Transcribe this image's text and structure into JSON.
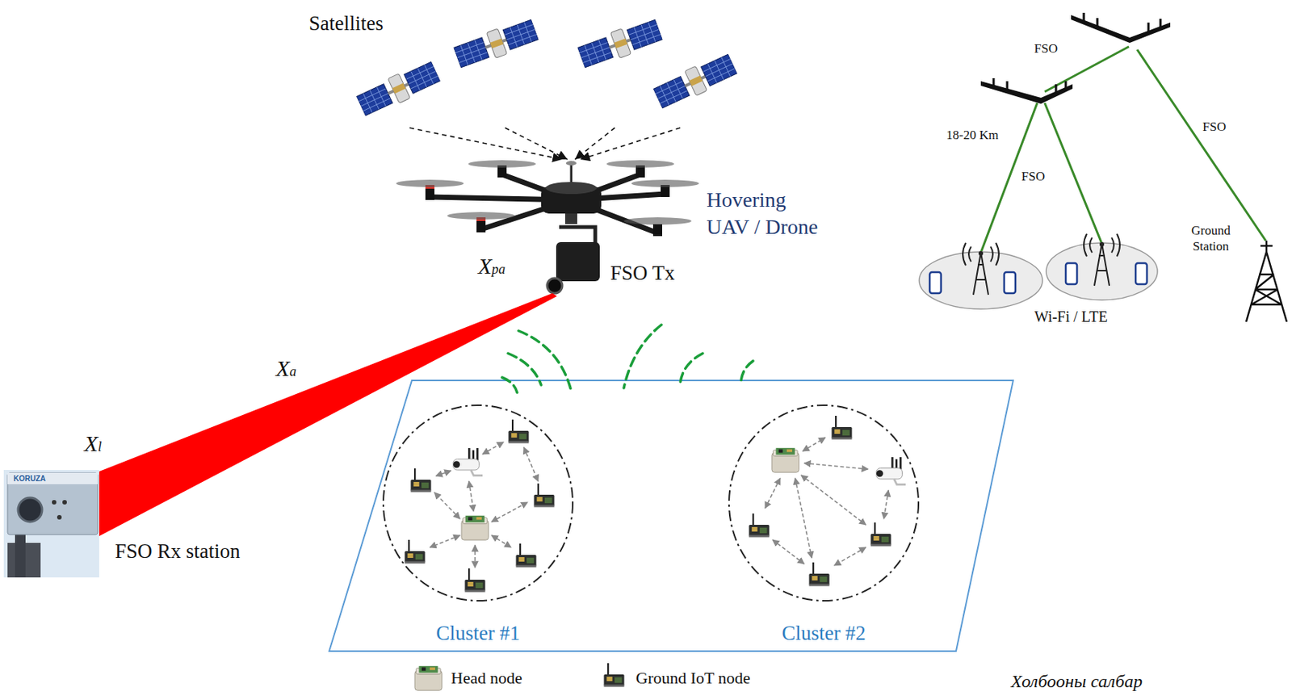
{
  "diagram": {
    "nodes": [
      {
        "text": [
          "Satellites"
        ]
      },
      {
        "text": [
          "Hovering UAV / Drone",
          "FSO Tx"
        ]
      },
      {
        "text": [
          "FSO Rx station"
        ]
      },
      {
        "text": [
          "Cluster #1"
        ]
      },
      {
        "text": [
          "Cluster #2"
        ]
      }
    ],
    "edges": [
      {
        "from": 0,
        "to": 1,
        "arrow": "to"
      },
      {
        "from": 0,
        "to": 1,
        "arrow": "to"
      },
      {
        "from": 0,
        "to": 1,
        "arrow": "to"
      },
      {
        "from": 0,
        "to": 1,
        "arrow": "to"
      },
      {
        "from": 1,
        "to": 2,
        "arrow": "none"
      }
    ],
    "labels": [
      "FSO",
      "18-20 Km",
      "FSO",
      "FSO",
      "Ground Station",
      "Wi-Fi / LTE",
      "Xpa",
      "Xa",
      "Xl",
      "KORUZA",
      "Холбооны салбар"
    ],
    "legend": [
      {
        "text": "Head node"
      },
      {
        "text": "Ground IoT node"
      }
    ]
  }
}
